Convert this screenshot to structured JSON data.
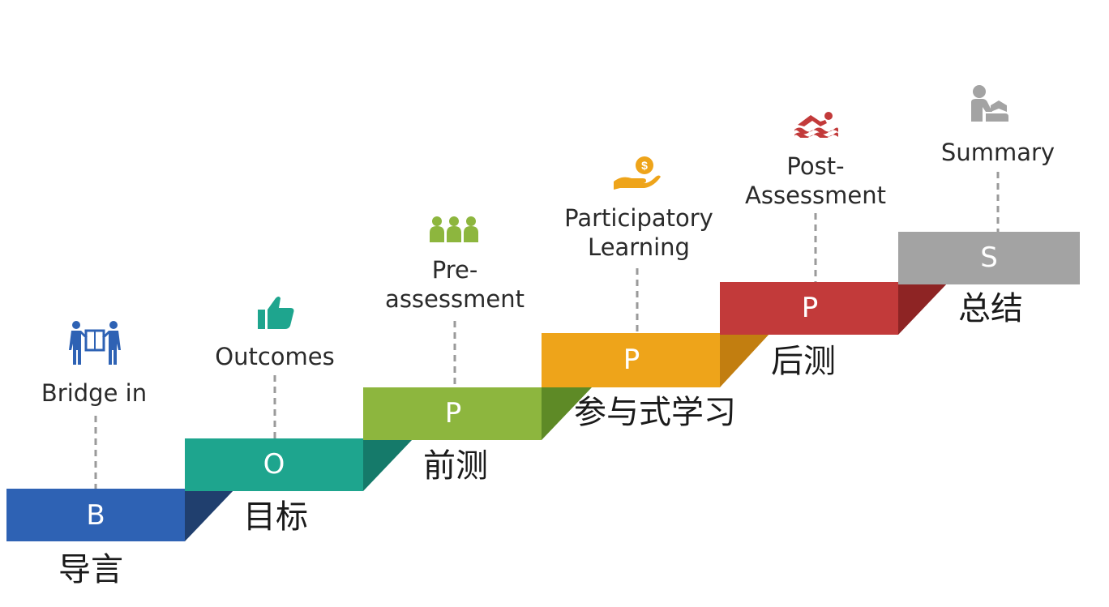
{
  "steps": [
    {
      "key": "b",
      "letter": "B",
      "english": "Bridge in",
      "chinese": "导言",
      "color": "#2e62b4",
      "shade": "#203f6e",
      "icon": "people-carrying-box-icon"
    },
    {
      "key": "o",
      "letter": "O",
      "english": "Outcomes",
      "chinese": "目标",
      "color": "#1ea58e",
      "shade": "#157a6a",
      "icon": "thumbs-up-icon"
    },
    {
      "key": "p1",
      "letter": "P",
      "english": "Pre-\nassessment",
      "chinese": "前测",
      "color": "#8db63e",
      "shade": "#5e8a26",
      "icon": "group-icon"
    },
    {
      "key": "p2",
      "letter": "P",
      "english": "Participatory\nLearning",
      "chinese": "参与式学习",
      "color": "#eea41a",
      "shade": "#c27e10",
      "icon": "hand-coin-icon"
    },
    {
      "key": "p3",
      "letter": "P",
      "english": "Post-\nAssessment",
      "chinese": "后测",
      "color": "#c23a3a",
      "shade": "#8e2424",
      "icon": "swimmer-icon"
    },
    {
      "key": "s",
      "letter": "S",
      "english": "Summary",
      "chinese": "总结",
      "color": "#a3a3a3",
      "shade": "#808080",
      "icon": "reading-person-icon"
    }
  ]
}
